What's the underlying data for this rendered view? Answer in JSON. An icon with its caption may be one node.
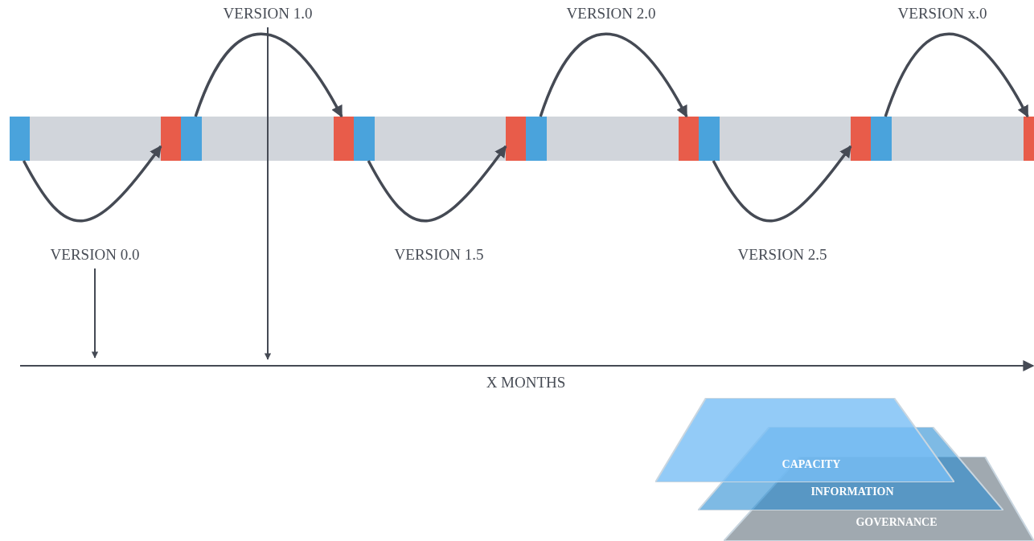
{
  "diagram": {
    "nodes": [
      {
        "text": [
          "VERSION 1.0"
        ]
      },
      {
        "text": [
          "VERSION 2.0"
        ]
      },
      {
        "text": [
          "VERSION x.0"
        ]
      },
      {
        "text": [],
        "shape": "bar"
      },
      {
        "text": [],
        "shape": "bar",
        "in": 3
      },
      {
        "text": [],
        "shape": "bar",
        "in": 3
      },
      {
        "text": [],
        "shape": "bar",
        "in": 3
      },
      {
        "text": [],
        "shape": "bar",
        "in": 3
      },
      {
        "text": [],
        "shape": "bar",
        "in": 3
      },
      {
        "text": [],
        "shape": "bar",
        "in": 3
      },
      {
        "text": [],
        "shape": "bar",
        "in": 3
      },
      {
        "text": [],
        "shape": "bar",
        "in": 3
      },
      {
        "text": [],
        "shape": "bar",
        "in": 3
      },
      {
        "text": [],
        "shape": "bar",
        "in": 3
      },
      {
        "text": [],
        "shape": "bar",
        "in": 3
      },
      {
        "text": [],
        "shape": "bar",
        "in": 3
      },
      {
        "text": [
          "VERSION 0.0"
        ]
      },
      {
        "text": [
          "VERSION 1.5"
        ]
      },
      {
        "text": [
          "VERSION 2.5"
        ]
      },
      {
        "text": [
          "CAPACITY"
        ]
      },
      {
        "text": [
          "INFORMATION"
        ]
      },
      {
        "text": [
          "GOVERNANCE"
        ]
      }
    ],
    "edges": [
      {
        "from": 4,
        "to": 5,
        "arrow": "to"
      },
      {
        "from": 6,
        "to": 7,
        "arrow": "to"
      },
      {
        "from": 8,
        "to": 9,
        "arrow": "to"
      },
      {
        "from": 10,
        "to": 11,
        "arrow": "to"
      },
      {
        "from": 12,
        "to": 13,
        "arrow": "to"
      },
      {
        "from": 14,
        "to": 15,
        "arrow": "to"
      },
      {
        "from": 16,
        "to": null,
        "arrow": "to"
      },
      {
        "from": 0,
        "to": null,
        "arrow": "to"
      }
    ],
    "labels": [
      "X MONTHS"
    ]
  }
}
